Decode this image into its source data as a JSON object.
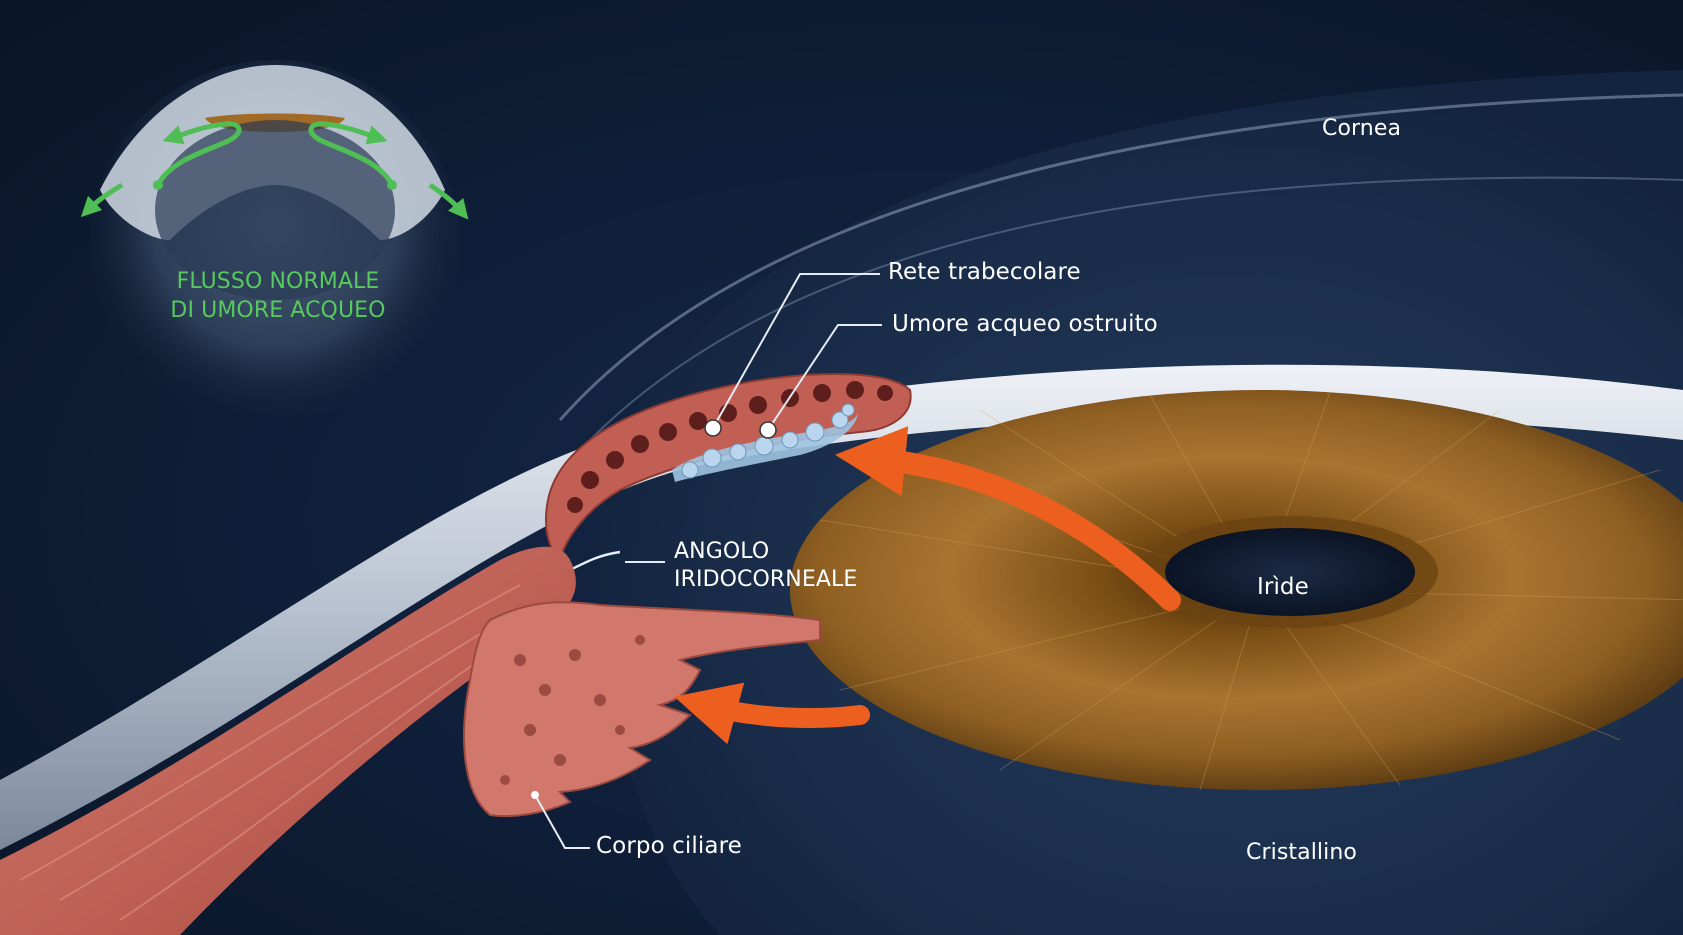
{
  "inset": {
    "title_lines": [
      "FLUSSO NORMALE",
      "DI UMORE ACQUEO"
    ]
  },
  "labels": {
    "cornea": "Cornea",
    "rete": "Rete trabecolare",
    "umore": "Umore acqueo ostruito",
    "angolo_lines": [
      "ANGOLO",
      "IRIDOCORNEALE"
    ],
    "iride": "Irìde",
    "corpo": "Corpo ciliare",
    "cristallino": "Cristallino"
  },
  "colors": {
    "background": "#0c1a30",
    "iris": "#9a6a24",
    "ciliary": "#c9685c",
    "arrow_orange": "#ec5f1e",
    "arrow_green": "#4fbf55",
    "label_green": "#58c95c",
    "fluid_blue": "#9fc3e0"
  }
}
